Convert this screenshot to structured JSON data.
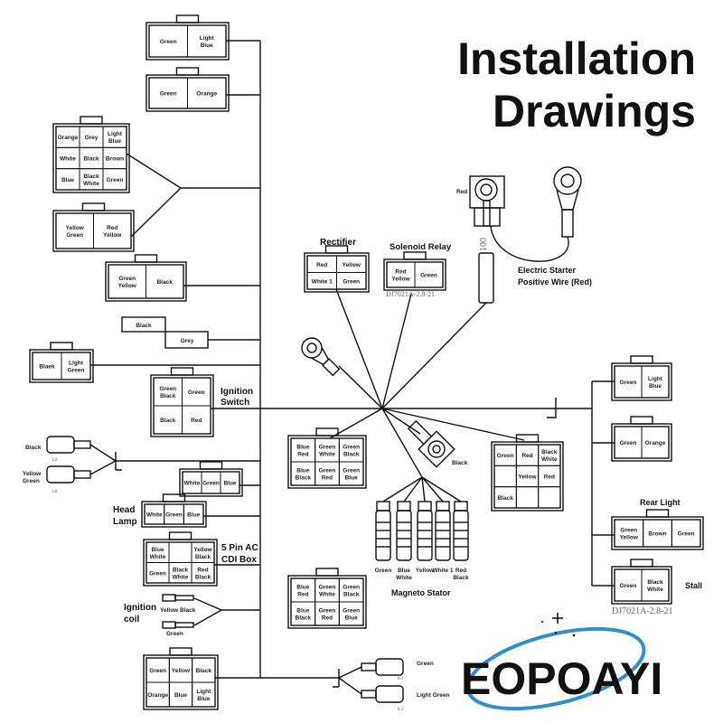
{
  "title": {
    "line1": "Installation",
    "line2": "Drawings"
  },
  "brand": {
    "name": "EOPOAYI",
    "swoosh_color": "#2b8fd0"
  },
  "connectors": [
    {
      "cells": [
        [
          [
            "Green"
          ],
          [
            "Light",
            "Blue"
          ]
        ]
      ]
    },
    {
      "cells": [
        [
          [
            "Green"
          ],
          [
            "Orange"
          ]
        ]
      ]
    },
    {
      "cells": [
        [
          [
            "Orange"
          ],
          [
            "Grey"
          ],
          [
            "Light",
            "Blue"
          ]
        ],
        [
          [
            "White"
          ],
          [
            "Black"
          ],
          [
            "Brown"
          ]
        ],
        [
          [
            "Blue"
          ],
          [
            "Black",
            "White"
          ],
          [
            "Green"
          ]
        ]
      ]
    },
    {
      "cells": [
        [
          [
            "Yellow",
            "Green"
          ],
          [
            "Red",
            "Yellow"
          ]
        ]
      ]
    },
    {
      "cells": [
        [
          [
            "Green",
            "Yellow"
          ],
          [
            "Black"
          ]
        ]
      ]
    },
    {
      "cells": [
        [
          [
            "Blaek"
          ],
          [
            "Light",
            "Green"
          ]
        ]
      ]
    },
    {
      "cells": [
        [
          [
            "Green",
            "Black"
          ],
          [
            "Green"
          ]
        ],
        [
          [
            "Black"
          ],
          [
            "Red"
          ]
        ]
      ]
    },
    {
      "cells": [
        [
          [
            "White"
          ],
          [
            "Green"
          ],
          [
            "Blue"
          ]
        ]
      ]
    },
    {
      "cells": [
        [
          [
            "White"
          ],
          [
            "Green"
          ],
          [
            "Blue"
          ]
        ]
      ]
    },
    {
      "cells": [
        [
          [
            "Blue",
            "White"
          ],
          [],
          [
            "Yellow",
            "Black"
          ]
        ],
        [
          [
            "Green"
          ],
          [
            "Black",
            "White"
          ],
          [
            "Red",
            "Black"
          ]
        ]
      ]
    },
    {
      "cells": [
        [
          [
            "Green"
          ],
          [
            "Yellow"
          ],
          [
            "Black"
          ]
        ],
        [
          [
            "Orange"
          ],
          [
            "Blue"
          ],
          [
            "Light",
            "Blue"
          ]
        ]
      ]
    },
    {
      "cells": [
        [
          [
            "Red"
          ],
          [
            "Yellow"
          ]
        ],
        [
          [
            "White 1"
          ],
          [
            "Green"
          ]
        ]
      ]
    },
    {
      "cells": [
        [
          [
            "Red",
            "Yellow"
          ],
          [
            "Green"
          ]
        ]
      ]
    },
    {
      "cells": [
        [
          [
            "Blue",
            "Red"
          ],
          [
            "Green",
            "White"
          ],
          [
            "Green",
            "Black"
          ]
        ],
        [
          [
            "Blue",
            "Black"
          ],
          [
            "Green",
            "Red"
          ],
          [
            "Green",
            "Blue"
          ]
        ]
      ]
    },
    {
      "cells": [
        [
          [
            "Green"
          ],
          [
            "Red"
          ],
          [
            "Black",
            "White"
          ]
        ],
        [
          [],
          [
            "Yellow"
          ],
          [
            "Red"
          ]
        ],
        [
          [
            "Black"
          ],
          [],
          []
        ]
      ]
    },
    {
      "cells": [
        [
          [
            "Blue",
            "Red"
          ],
          [
            "Green",
            "White"
          ],
          [
            "Green",
            "Black"
          ]
        ],
        [
          [
            "Blue",
            "Black"
          ],
          [
            "Green",
            "Red"
          ],
          [
            "Green",
            "Blue"
          ]
        ]
      ]
    },
    {
      "cells": [
        [
          [
            "Green"
          ],
          [
            "Light",
            "Blue"
          ]
        ]
      ]
    },
    {
      "cells": [
        [
          [
            "Green"
          ],
          [
            "Orange"
          ]
        ]
      ]
    },
    {
      "cells": [
        [
          [
            "Green",
            "Yellow"
          ],
          [
            "Brown"
          ],
          [
            "Green"
          ]
        ]
      ]
    },
    {
      "cells": [
        [
          [
            "Green"
          ],
          [
            "Black",
            "White"
          ]
        ]
      ]
    }
  ],
  "wires": {
    "black": "Black",
    "grey": "Grey"
  },
  "labels": {
    "ignition_switch": [
      "Ignition",
      "Switch"
    ],
    "head_lamp": [
      "Head",
      "Lamp"
    ],
    "cdi_box": [
      "5 Pin AC",
      "CDI Box"
    ],
    "ignition_coil": [
      "Ignition",
      "coil"
    ],
    "coil_yellow_black": "Yellow Black",
    "coil_green": "Green",
    "spade_black": "Black",
    "spade_yellow_green": [
      "Yellow",
      "Green"
    ],
    "spade_size_1": "L8",
    "spade_size_2": "L8",
    "rectifier": "Rectifier",
    "solenoid_relay": "Solenoid Relay",
    "relay_code": "DJ7021A-2.8-21",
    "starter_red": "Red",
    "starter_length": "100",
    "electric_starter": [
      "Electric Starter",
      "Positive Wire (Red)"
    ],
    "ring_black": "Black",
    "stator_wires": [
      [
        "Green"
      ],
      [
        "Blue",
        "White"
      ],
      [
        "Yellow"
      ],
      [
        "White 1"
      ],
      [
        "Red",
        "Black"
      ]
    ],
    "magneto_stator": "Magneto Stator",
    "rear_light": "Rear Light",
    "stall": "Stall",
    "stall_code": "DJ7021A-2.8-21",
    "bottom_green": "Green",
    "bottom_light_green": "Light Green",
    "bottom_size_1": "8.3",
    "bottom_size_2": "8.3"
  }
}
